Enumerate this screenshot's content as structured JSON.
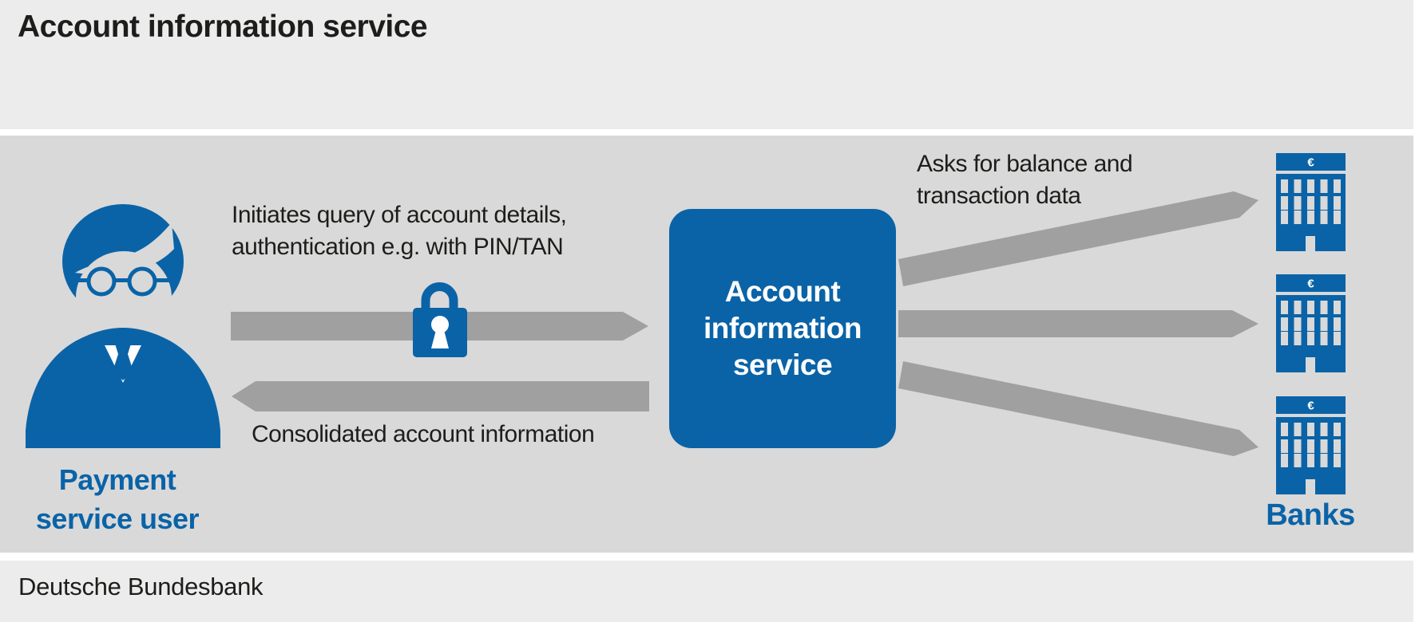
{
  "header": {
    "title": "Account information service"
  },
  "footer": {
    "source": "Deutsche Bundesbank"
  },
  "colors": {
    "brand_blue": "#0a63a7",
    "arrow_gray": "#a0a0a0",
    "panel_gray": "#d9d9d9",
    "page_gray": "#ececec",
    "text_dark": "#1d1d1b"
  },
  "diagram": {
    "actors": {
      "payment_service_user": {
        "label": "Payment\nservice user"
      },
      "account_information_service": {
        "label": "Account\ninformation\nservice"
      },
      "banks": {
        "label": "Banks",
        "count": 3,
        "euro_symbol": "€"
      }
    },
    "flows": {
      "query": {
        "label": "Initiates query of account details,\nauthentication e.g. with PIN/TAN",
        "direction": "user-to-service",
        "secured": true
      },
      "consolidated": {
        "label": "Consolidated account information",
        "direction": "service-to-user"
      },
      "bank_request": {
        "label": "Asks for balance and\ntransaction data",
        "direction": "service-to-banks"
      }
    }
  }
}
